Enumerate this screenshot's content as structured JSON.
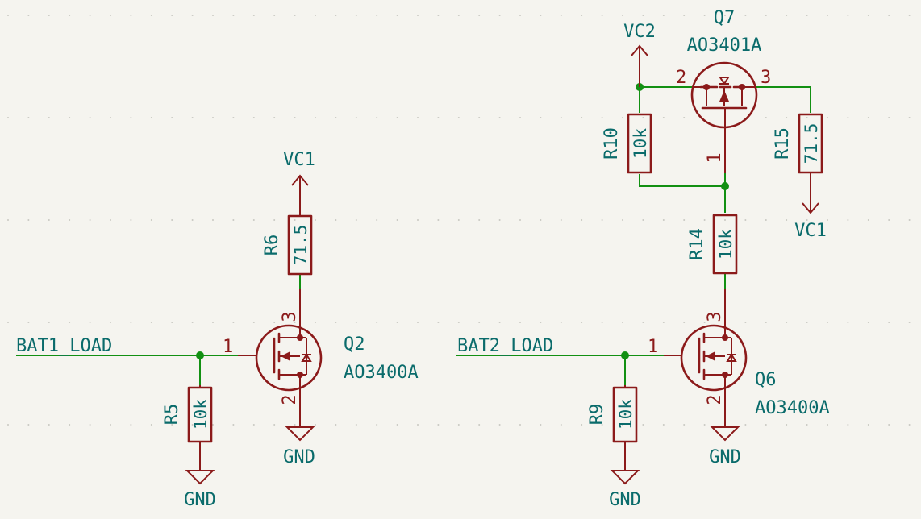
{
  "nets": {
    "bat1_load": "BAT1_LOAD",
    "bat2_load": "BAT2_LOAD"
  },
  "power": {
    "vc1_left": "VC1",
    "vc1_right": "VC1",
    "vc2": "VC2",
    "gnd_r5": "GND",
    "gnd_q2": "GND",
    "gnd_r9": "GND",
    "gnd_q6": "GND"
  },
  "components": {
    "r5": {
      "ref": "R5",
      "value": "10k"
    },
    "r6": {
      "ref": "R6",
      "value": "71.5"
    },
    "r9": {
      "ref": "R9",
      "value": "10k"
    },
    "r10": {
      "ref": "R10",
      "value": "10k"
    },
    "r14": {
      "ref": "R14",
      "value": "10k"
    },
    "r15": {
      "ref": "R15",
      "value": "71.5"
    },
    "q2": {
      "ref": "Q2",
      "value": "AO3400A",
      "pins": {
        "gate": "1",
        "source": "2",
        "drain": "3"
      }
    },
    "q6": {
      "ref": "Q6",
      "value": "AO3400A",
      "pins": {
        "gate": "1",
        "source": "2",
        "drain": "3"
      }
    },
    "q7": {
      "ref": "Q7",
      "value": "AO3401A",
      "pins": {
        "gate": "1",
        "source": "2",
        "drain": "3"
      }
    }
  },
  "colors": {
    "background": "#f5f4ef",
    "wire": "#129012",
    "symbol": "#8b1a1a",
    "text": "#0a6b6b"
  }
}
